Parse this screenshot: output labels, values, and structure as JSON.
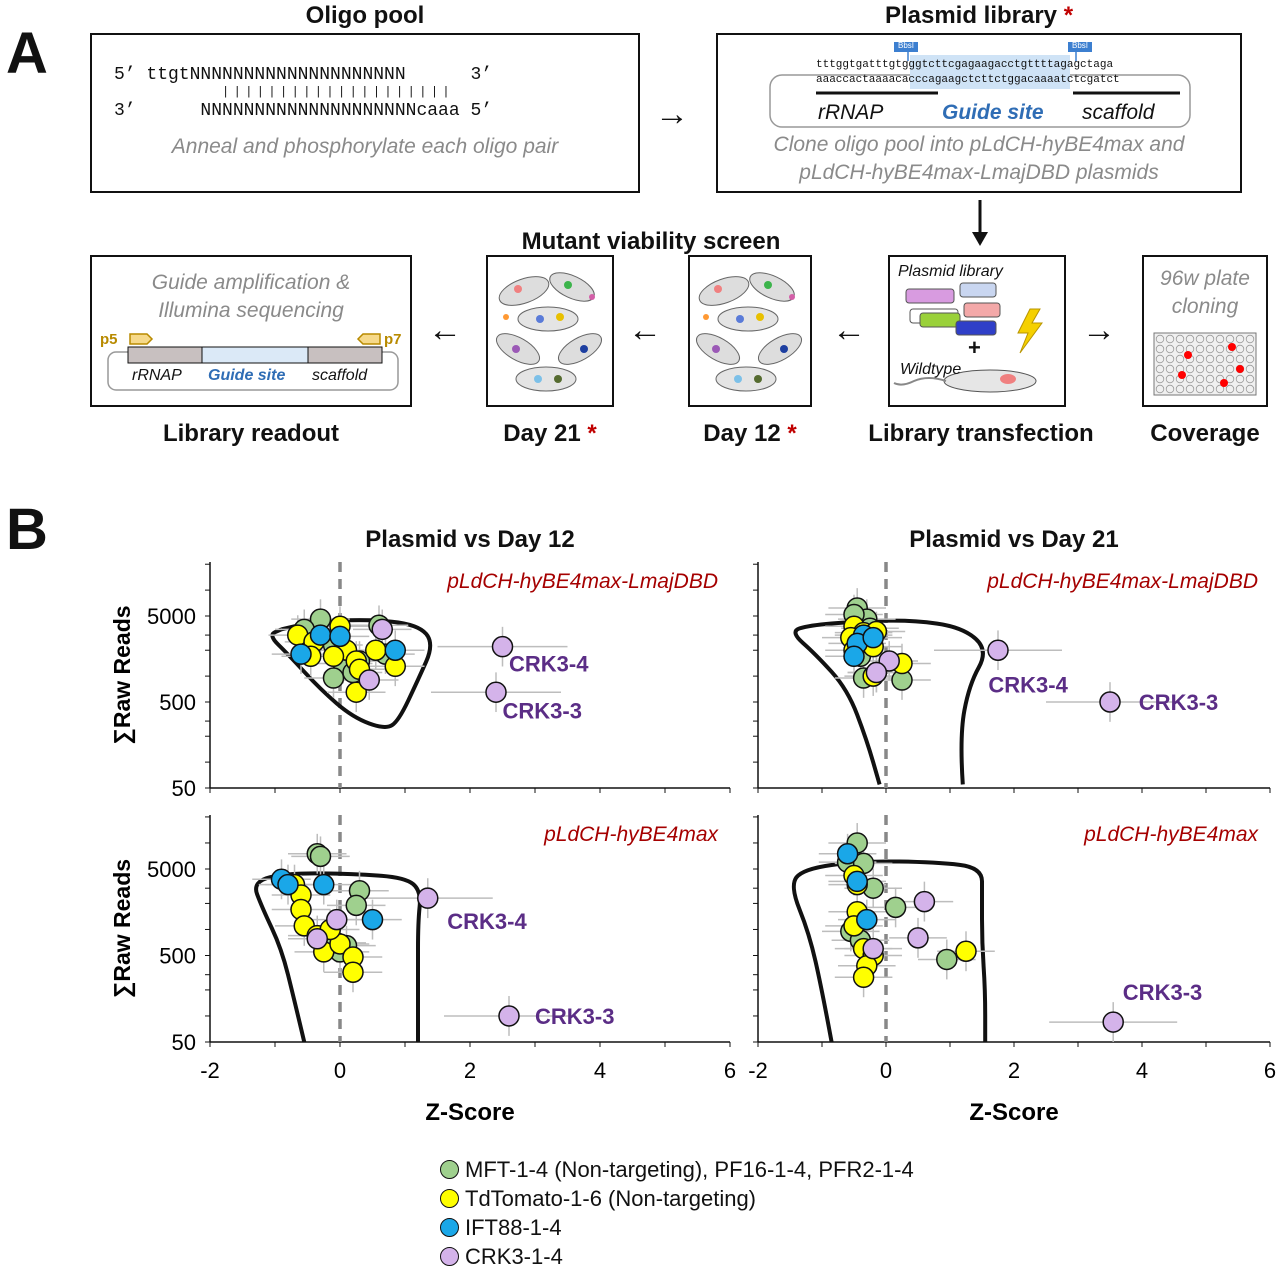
{
  "panelA": {
    "letter": "A",
    "oligo_pool": {
      "title": "Oligo pool",
      "line1": "5’ ttgtNNNNNNNNNNNNNNNNNNNN      3’",
      "bars": "||||||||||||||||||||",
      "line2": "3’      NNNNNNNNNNNNNNNNNNNNcaaa 5’",
      "caption": "Anneal and phosphorylate each oligo pair"
    },
    "plasmid_library": {
      "title": "Plasmid library",
      "star": "*",
      "seq_top": "tttggtgatttgtgggtcttcgagaagacctgttttagagctaga",
      "seq_bot": "aaaccactaaaacacccagaagctcttctggacaaaatctcgatct",
      "bbsi_left": "BbsI",
      "bbsi_right": "BbsI",
      "label_rrnap": "rRNAP",
      "label_guide": "Guide site",
      "label_scaffold": "scaffold",
      "caption1": "Clone oligo pool into pLdCH-hyBE4max and",
      "caption2": "pLdCH-hyBE4max-LmajDBD plasmids"
    },
    "library_transfection": {
      "title": "Library transfection",
      "label_plasmid": "Plasmid library",
      "plus": "+",
      "label_wildtype": "Wildtype"
    },
    "coverage": {
      "title": "Coverage",
      "caption1": "96w plate",
      "caption2": "cloning"
    },
    "screen": {
      "title": "Mutant viability screen",
      "day12": "Day 12",
      "day21": "Day 21",
      "star": "*"
    },
    "readout": {
      "title": "Library readout",
      "caption1": "Guide amplification &",
      "caption2": "Illumina sequencing",
      "p5": "p5",
      "p7": "p7",
      "label_rrnap": "rRNAP",
      "label_guide": "Guide site",
      "label_scaffold": "scaffold"
    },
    "arrow_glyph": "→"
  },
  "panelB": {
    "letter": "B",
    "col_titles": [
      "Plasmid vs Day 12",
      "Plasmid vs Day 21"
    ],
    "ylabel": "∑Raw Reads",
    "xlabel": "Z-Score",
    "legend": [
      {
        "label": "MFT-1-4 (Non-targeting), PF16-1-4, PFR2-1-4",
        "color": "#9fd08e"
      },
      {
        "label": "TdTomato-1-6 (Non-targeting)",
        "color": "#ffff00"
      },
      {
        "label": "IFT88-1-4",
        "color": "#1aa7e8"
      },
      {
        "label": "CRK3-1-4",
        "color": "#d4b3ea"
      }
    ]
  },
  "colors": {
    "green": "#9fd08e",
    "yellow": "#ffff00",
    "blue": "#1aa7e8",
    "purple": "#d4b3ea",
    "dark_red": "#a50000",
    "crk_label": "#5b2d86",
    "guide_blue": "#2f6db5"
  },
  "chart_data": [
    {
      "type": "scatter",
      "panel": "top-left",
      "annotation": "pLdCH-hyBE4max-LmajDBD",
      "xlabel": "",
      "ylabel": "∑Raw Reads",
      "xlim": [
        -2,
        6
      ],
      "ylim": [
        50,
        20000
      ],
      "yscale": "log",
      "xticks": [
        -2,
        0,
        2,
        4,
        6
      ],
      "yticks": [
        50,
        500,
        5000
      ],
      "series": [
        {
          "name": "MFT-1-4 (Non-targeting), PF16-1-4, PFR2-1-4",
          "color": "green",
          "points": [
            [
              -0.3,
              4600
            ],
            [
              -0.55,
              3500
            ],
            [
              -0.1,
              2300
            ],
            [
              0.6,
              3900
            ],
            [
              0.3,
              1500
            ],
            [
              0.7,
              1800
            ],
            [
              0.05,
              1400
            ],
            [
              -0.1,
              950
            ],
            [
              0.2,
              1100
            ]
          ]
        },
        {
          "name": "TdTomato-1-6 (Non-targeting)",
          "color": "yellow",
          "points": [
            [
              -0.65,
              3000
            ],
            [
              -0.4,
              2500
            ],
            [
              0.0,
              3800
            ],
            [
              0.1,
              2000
            ],
            [
              -0.1,
              1700
            ],
            [
              0.25,
              1500
            ],
            [
              0.55,
              2000
            ],
            [
              0.85,
              1300
            ],
            [
              0.3,
              1200
            ],
            [
              -0.45,
              1700
            ],
            [
              0.25,
              650
            ]
          ]
        },
        {
          "name": "IFT88-1-4",
          "color": "blue",
          "points": [
            [
              -0.3,
              3000
            ],
            [
              0.0,
              2900
            ],
            [
              0.85,
              2000
            ],
            [
              -0.6,
              1800
            ]
          ]
        },
        {
          "name": "CRK3-1-4",
          "color": "purple",
          "points": [
            [
              0.65,
              3500
            ],
            [
              0.45,
              900
            ],
            [
              2.5,
              2200
            ],
            [
              2.4,
              650
            ]
          ]
        }
      ],
      "labels": [
        {
          "text": "CRK3-4",
          "x": 2.6,
          "y": 1400
        },
        {
          "text": "CRK3-3",
          "x": 2.5,
          "y": 400
        }
      ]
    },
    {
      "type": "scatter",
      "panel": "top-right",
      "annotation": "pLdCH-hyBE4max-LmajDBD",
      "xlabel": "",
      "ylabel": "",
      "xlim": [
        -2,
        6
      ],
      "ylim": [
        50,
        20000
      ],
      "yscale": "log",
      "xticks": [
        -2,
        0,
        2,
        4,
        6
      ],
      "yticks": [
        50,
        500,
        5000
      ],
      "series": [
        {
          "name": "MFT-1-4 (Non-targeting), PF16-1-4, PFR2-1-4",
          "color": "green",
          "points": [
            [
              -0.45,
              6200
            ],
            [
              -0.3,
              4600
            ],
            [
              -0.5,
              5200
            ],
            [
              -0.25,
              3600
            ],
            [
              -0.4,
              1700
            ],
            [
              -0.15,
              1100
            ],
            [
              0.25,
              900
            ],
            [
              -0.35,
              950
            ]
          ]
        },
        {
          "name": "TdTomato-1-6 (Non-targeting)",
          "color": "yellow",
          "points": [
            [
              -0.5,
              3800
            ],
            [
              -0.35,
              3200
            ],
            [
              -0.15,
              3300
            ],
            [
              -0.55,
              2800
            ],
            [
              -0.2,
              2200
            ],
            [
              0.25,
              1400
            ],
            [
              -0.2,
              1000
            ],
            [
              -0.5,
              2000
            ]
          ]
        },
        {
          "name": "IFT88-1-4",
          "color": "blue",
          "points": [
            [
              -0.35,
              3000
            ],
            [
              -0.45,
              2400
            ],
            [
              -0.5,
              1700
            ],
            [
              -0.2,
              2800
            ]
          ]
        },
        {
          "name": "CRK3-1-4",
          "color": "purple",
          "points": [
            [
              0.05,
              1500
            ],
            [
              -0.15,
              1100
            ],
            [
              1.75,
              2000
            ],
            [
              3.5,
              500
            ]
          ]
        }
      ],
      "labels": [
        {
          "text": "CRK3-4",
          "x": 1.6,
          "y": 800
        },
        {
          "text": "CRK3-3",
          "x": 3.95,
          "y": 500
        }
      ]
    },
    {
      "type": "scatter",
      "panel": "bottom-left",
      "annotation": "pLdCH-hyBE4max",
      "xlabel": "Z-Score",
      "ylabel": "∑Raw Reads",
      "xlim": [
        -2,
        6
      ],
      "ylim": [
        50,
        20000
      ],
      "yscale": "log",
      "xticks": [
        -2,
        0,
        2,
        4,
        6
      ],
      "yticks": [
        50,
        500,
        5000
      ],
      "series": [
        {
          "name": "MFT-1-4 (Non-targeting), PF16-1-4, PFR2-1-4",
          "color": "green",
          "points": [
            [
              -0.35,
              7500
            ],
            [
              -0.3,
              7000
            ],
            [
              0.3,
              2800
            ],
            [
              0.25,
              1900
            ],
            [
              0.1,
              650
            ],
            [
              0.0,
              550
            ],
            [
              -0.05,
              700
            ]
          ]
        },
        {
          "name": "TdTomato-1-6 (Non-targeting)",
          "color": "yellow",
          "points": [
            [
              -0.7,
              3300
            ],
            [
              -0.6,
              2500
            ],
            [
              -0.6,
              1700
            ],
            [
              -0.55,
              1100
            ],
            [
              -0.35,
              850
            ],
            [
              -0.25,
              550
            ],
            [
              0.0,
              680
            ],
            [
              0.2,
              480
            ],
            [
              0.2,
              320
            ],
            [
              -0.15,
              1000
            ]
          ]
        },
        {
          "name": "IFT88-1-4",
          "color": "blue",
          "points": [
            [
              -0.9,
              3800
            ],
            [
              -0.8,
              3300
            ],
            [
              -0.25,
              3300
            ],
            [
              0.5,
              1300
            ]
          ]
        },
        {
          "name": "CRK3-1-4",
          "color": "purple",
          "points": [
            [
              -0.05,
              1300
            ],
            [
              -0.35,
              780
            ],
            [
              1.35,
              2300
            ],
            [
              2.6,
              100
            ]
          ]
        }
      ],
      "labels": [
        {
          "text": "CRK3-4",
          "x": 1.65,
          "y": 1250
        },
        {
          "text": "CRK3-3",
          "x": 3.0,
          "y": 100
        }
      ]
    },
    {
      "type": "scatter",
      "panel": "bottom-right",
      "annotation": "pLdCH-hyBE4max",
      "xlabel": "Z-Score",
      "ylabel": "",
      "xlim": [
        -2,
        6
      ],
      "ylim": [
        50,
        20000
      ],
      "yscale": "log",
      "xticks": [
        -2,
        0,
        2,
        4,
        6
      ],
      "yticks": [
        50,
        500,
        5000
      ],
      "series": [
        {
          "name": "MFT-1-4 (Non-targeting), PF16-1-4, PFR2-1-4",
          "color": "green",
          "points": [
            [
              -0.45,
              10000
            ],
            [
              -0.6,
              6000
            ],
            [
              -0.35,
              5800
            ],
            [
              -0.2,
              3000
            ],
            [
              0.15,
              1800
            ],
            [
              -0.55,
              950
            ],
            [
              -0.4,
              750
            ],
            [
              0.95,
              450
            ]
          ]
        },
        {
          "name": "TdTomato-1-6 (Non-targeting)",
          "color": "yellow",
          "points": [
            [
              -0.5,
              4200
            ],
            [
              -0.45,
              3300
            ],
            [
              -0.45,
              1600
            ],
            [
              -0.5,
              1100
            ],
            [
              -0.35,
              600
            ],
            [
              -0.2,
              500
            ],
            [
              -0.3,
              380
            ],
            [
              -0.35,
              280
            ],
            [
              1.25,
              560
            ]
          ]
        },
        {
          "name": "IFT88-1-4",
          "color": "blue",
          "points": [
            [
              -0.6,
              7500
            ],
            [
              -0.45,
              3600
            ],
            [
              -0.3,
              1300
            ]
          ]
        },
        {
          "name": "CRK3-1-4",
          "color": "purple",
          "points": [
            [
              0.6,
              2100
            ],
            [
              0.5,
              800
            ],
            [
              -0.2,
              600
            ],
            [
              3.55,
              85
            ]
          ]
        }
      ],
      "labels": [
        {
          "text": "CRK3-3",
          "x": 3.7,
          "y": 190
        }
      ]
    }
  ]
}
